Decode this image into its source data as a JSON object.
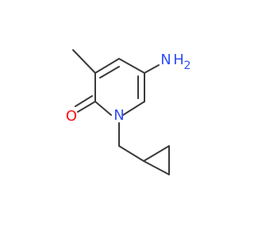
{
  "molecule": {
    "atoms": {
      "amine_n": "N",
      "amine_h": "H",
      "amine_h2": "2",
      "carbonyl_o": "O",
      "ring_n": "N"
    },
    "colors": {
      "bond": "#3a3a3a",
      "nitrogen": "#3050f8",
      "oxygen": "#ff0d0d"
    }
  }
}
